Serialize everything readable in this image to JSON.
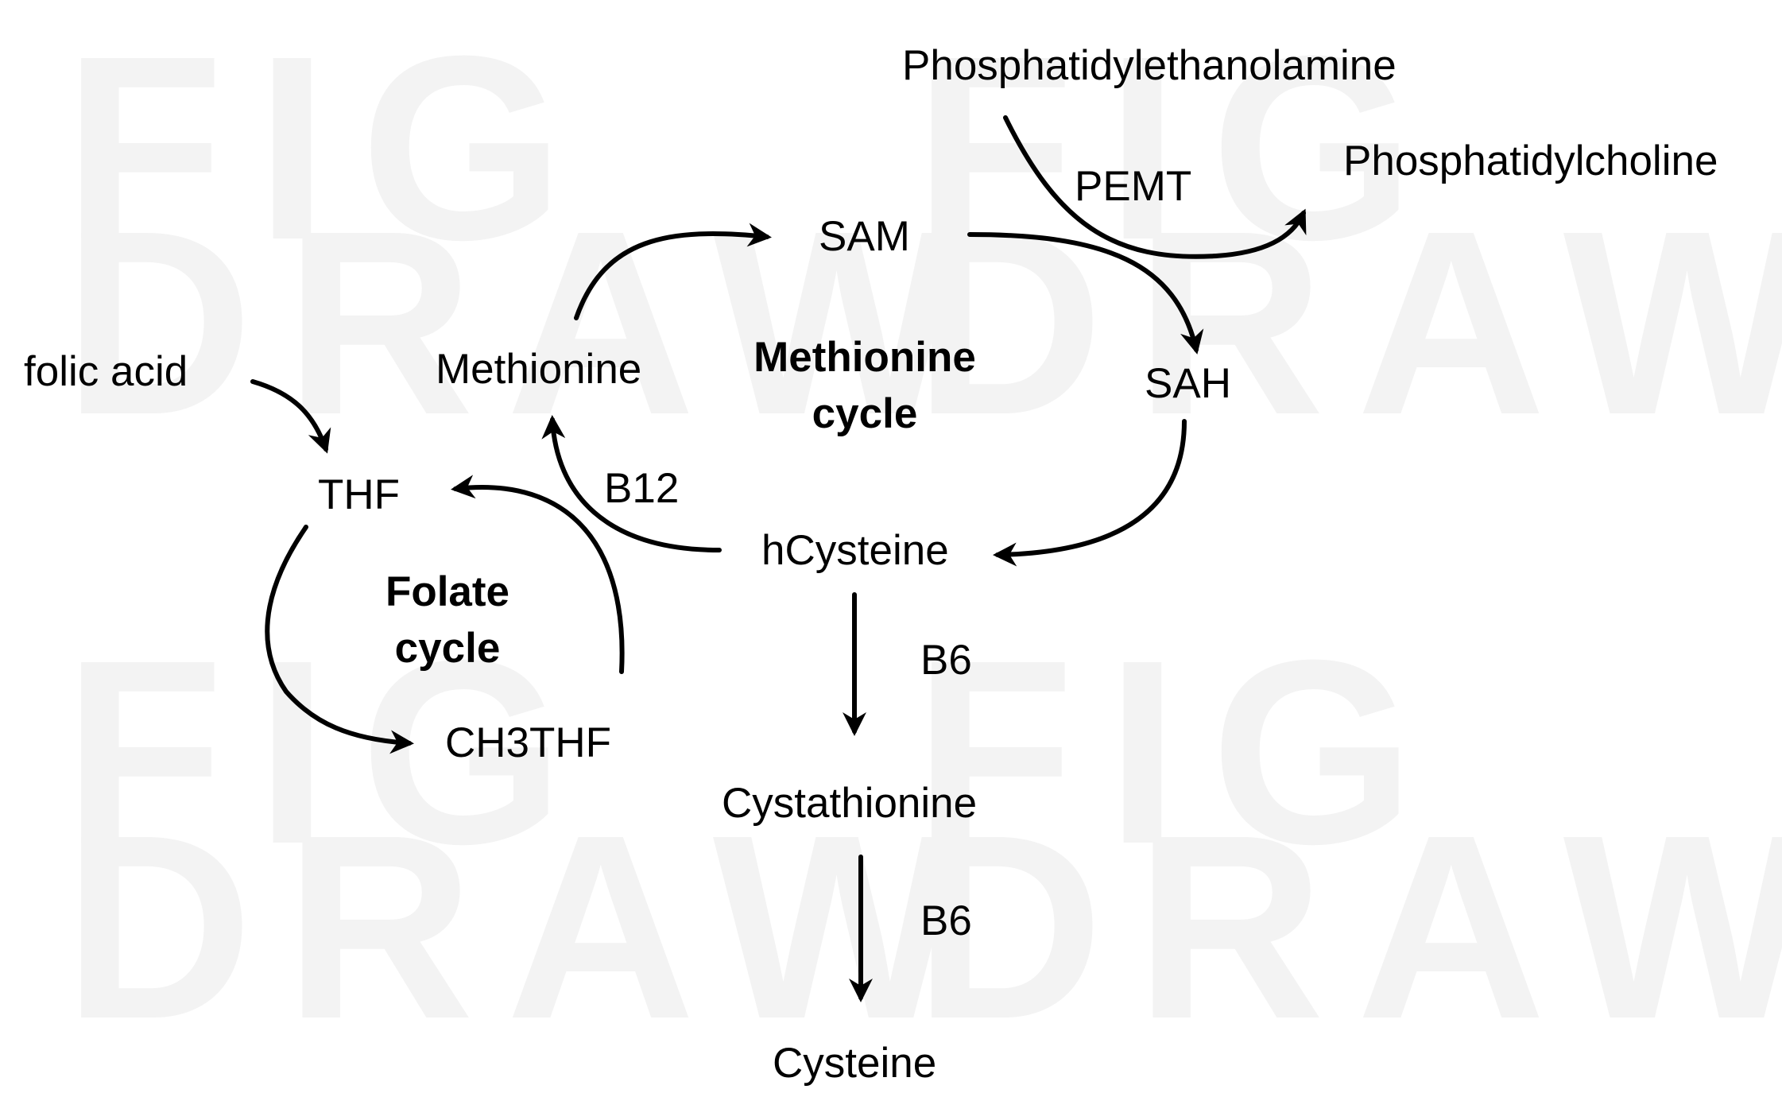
{
  "watermark": {
    "word_top": "FIG",
    "word_bottom": "DRAW"
  },
  "nodes": {
    "phosphatidylethanolamine": "Phosphatidylethanolamine",
    "phosphatidylcholine": "Phosphatidylcholine",
    "sam": "SAM",
    "sah": "SAH",
    "methionine": "Methionine",
    "hcysteine": "hCysteine",
    "cystathionine": "Cystathionine",
    "cysteine": "Cysteine",
    "folic_acid": "folic acid",
    "thf": "THF",
    "ch3thf": "CH3THF"
  },
  "cycle_labels": {
    "methionine_cycle_line1": "Methionine",
    "methionine_cycle_line2": "cycle",
    "folate_cycle_line1": "Folate",
    "folate_cycle_line2": "cycle"
  },
  "enzyme_labels": {
    "pemt": "PEMT",
    "b12": "B12",
    "b6_first": "B6",
    "b6_second": "B6"
  },
  "colors": {
    "text": "#000000",
    "arrow": "#000000",
    "watermark": "#f3f3f3",
    "background": "#ffffff"
  }
}
